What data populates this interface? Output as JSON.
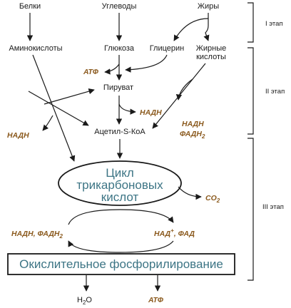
{
  "colors": {
    "text": "#1a1a1a",
    "product": "#8b5a1e",
    "cycle_text": "#3d7585"
  },
  "nodes": {
    "proteins": "Белки",
    "carbohydrates": "Углеводы",
    "fats": "Жиры",
    "amino_acids": "Аминокислоты",
    "glucose": "Глюкоза",
    "glycerol": "Глицерин",
    "fatty_acids_line1": "Жирные",
    "fatty_acids_line2": "кислоты",
    "pyruvate": "Пируват",
    "acetyl_coa": "Ацетил-S-КоА",
    "cycle_line1": "Цикл",
    "cycle_line2": "трикарбоновых",
    "cycle_line3": "кислот",
    "oxphos": "Окислительное фосфорилирование"
  },
  "products": {
    "atp_glycolysis": "АТФ",
    "nadh_pyruvate": "НАДН",
    "nadh_amino": "НАДН",
    "nadh_fatty": "НАДН",
    "fadh2_fatty": "ФАДН",
    "fadh2_fatty_sub": "2",
    "co2": "CO",
    "co2_sub": "2",
    "nadh_fadh2_cycle": "НАДН, ФАДН",
    "nadh_fadh2_cycle_sub": "2",
    "nad_fad_prefix": "НАД",
    "nad_fad_sup": "+",
    "nad_fad_suffix": ", ФАД",
    "water": "H",
    "water_sub": "2",
    "water_tail": "O",
    "atp_final": "АТФ"
  },
  "stages": {
    "stage1": "I этап",
    "stage2": "II этап",
    "stage3": "III этап"
  }
}
